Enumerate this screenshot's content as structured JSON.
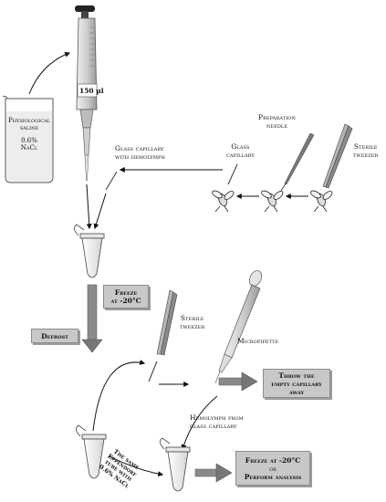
{
  "pipette_volume": "150 µl",
  "beaker": {
    "line1": "Physiological",
    "line2": "saline",
    "line3": "0.6%",
    "line4": "NaCl"
  },
  "labels": {
    "glass_capillary_hemolymph": [
      "Glass capillary",
      "with hemolymph"
    ],
    "preparation_needle": [
      "Preparation",
      "needle"
    ],
    "glass_capillary": [
      "Glass",
      "capillary"
    ],
    "sterile_tweezer_top": [
      "Sterile",
      "tweezer"
    ],
    "sterile_tweezer_mid": [
      "Sterile",
      "tweezer"
    ],
    "micropipette": "Micropipette",
    "hemolymph_from": [
      "Hemolymph from",
      "glass capillary"
    ],
    "same_tube": [
      "The same",
      "Eppendorf",
      "tube with",
      "0.6% NaCl"
    ]
  },
  "boxes": {
    "freeze": [
      "Freeze",
      "at -20°C"
    ],
    "defrost": "Defrost",
    "throw": [
      "Throw the",
      "empty capillary",
      "away"
    ],
    "final": [
      "Freeze at -20°C",
      "or",
      "Perform analysis"
    ]
  },
  "colors": {
    "box_fill": "#c8c8c8",
    "arrow_dark": "#777777",
    "line": "#111111"
  }
}
